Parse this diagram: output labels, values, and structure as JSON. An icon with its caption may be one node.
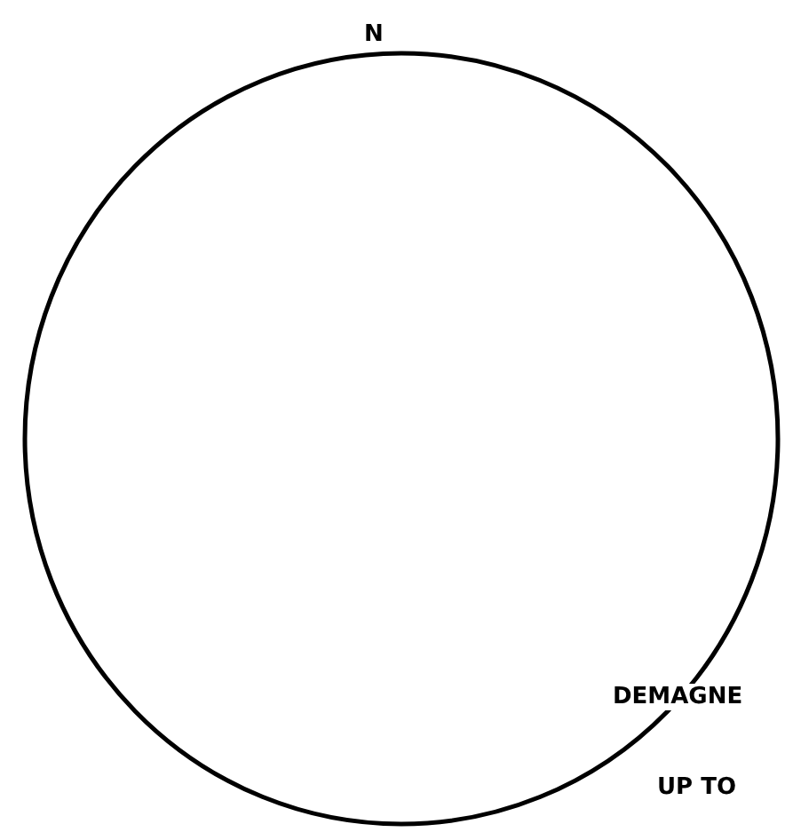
{
  "diagram": {
    "labels": [
      "N",
      "DEMAGNE",
      "UP TO"
    ]
  }
}
